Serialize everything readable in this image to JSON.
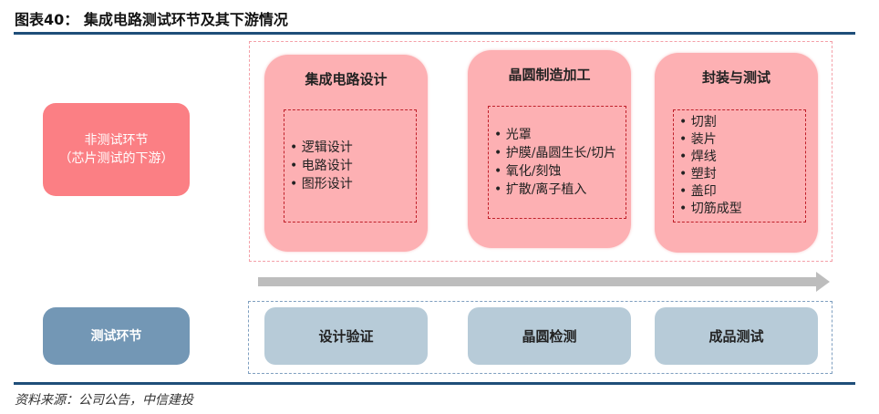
{
  "title": "图表40： 集成电路测试环节及其下游情况",
  "left": {
    "non_test": [
      "非测试环节",
      "（芯片测试的下游）"
    ],
    "test": "测试环节"
  },
  "stages": [
    {
      "title": "集成电路设计",
      "items": [
        "逻辑设计",
        "电路设计",
        "图形设计"
      ]
    },
    {
      "title": "晶圆制造加工",
      "items": [
        "光罩",
        "护膜/晶圆生长/切片",
        "氧化/刻蚀",
        "扩散/离子植入"
      ]
    },
    {
      "title": "封装与测试",
      "items": [
        "切割",
        "装片",
        "焊线",
        "塑封",
        "盖印",
        "切筋成型"
      ]
    }
  ],
  "tests": [
    "设计验证",
    "晶圆检测",
    "成品测试"
  ],
  "source": "资料来源：公司公告，中信建投",
  "colors": {
    "pink": "#fdb0b3",
    "side_pink": "#fb7f84",
    "side_blue": "#7397b5",
    "test_blue": "#b7cbd8",
    "rule": "#1f4e79"
  }
}
